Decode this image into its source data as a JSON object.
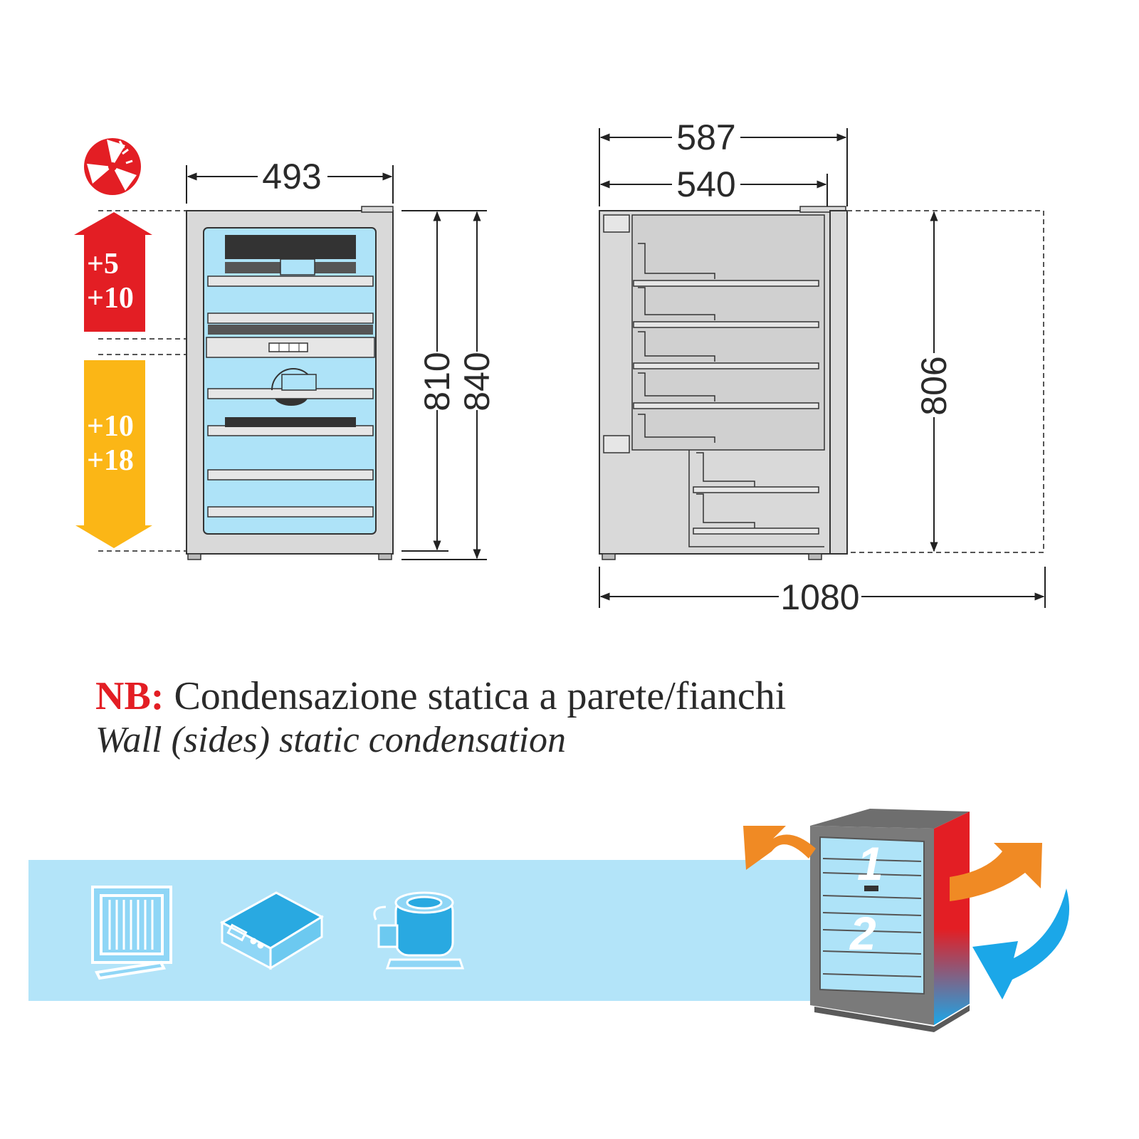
{
  "colors": {
    "red_zone": "#e31e24",
    "yellow_zone": "#fbb616",
    "glass_blue": "#aee3f8",
    "band_blue": "#b3e4f9",
    "icon_blue": "#29a9e1",
    "orange_arrow": "#f08a24",
    "blue_arrow": "#1ba7e8",
    "cabinet_grey": "#d9d9d9",
    "line": "#333333"
  },
  "front_view": {
    "width_label": "493",
    "height_inner_label": "810",
    "height_total_label": "840"
  },
  "side_view": {
    "depth_label": "587",
    "depth_inner_label": "540",
    "height_label": "806",
    "door_open_depth_label": "1080"
  },
  "zones": [
    {
      "from": "+5",
      "to": "+10",
      "color": "red"
    },
    {
      "from": "+10",
      "to": "+18",
      "color": "yellow"
    }
  ],
  "note": {
    "prefix": "NB:",
    "italian": "Condensazione statica a parete/fianchi",
    "english": "Wall (sides) static condensation"
  },
  "icons": [
    "fan-icon",
    "glass-door-icon",
    "controller-icon",
    "compressor-icon"
  ],
  "cabinet_3d": {
    "zone_1": "1",
    "zone_2": "2"
  }
}
